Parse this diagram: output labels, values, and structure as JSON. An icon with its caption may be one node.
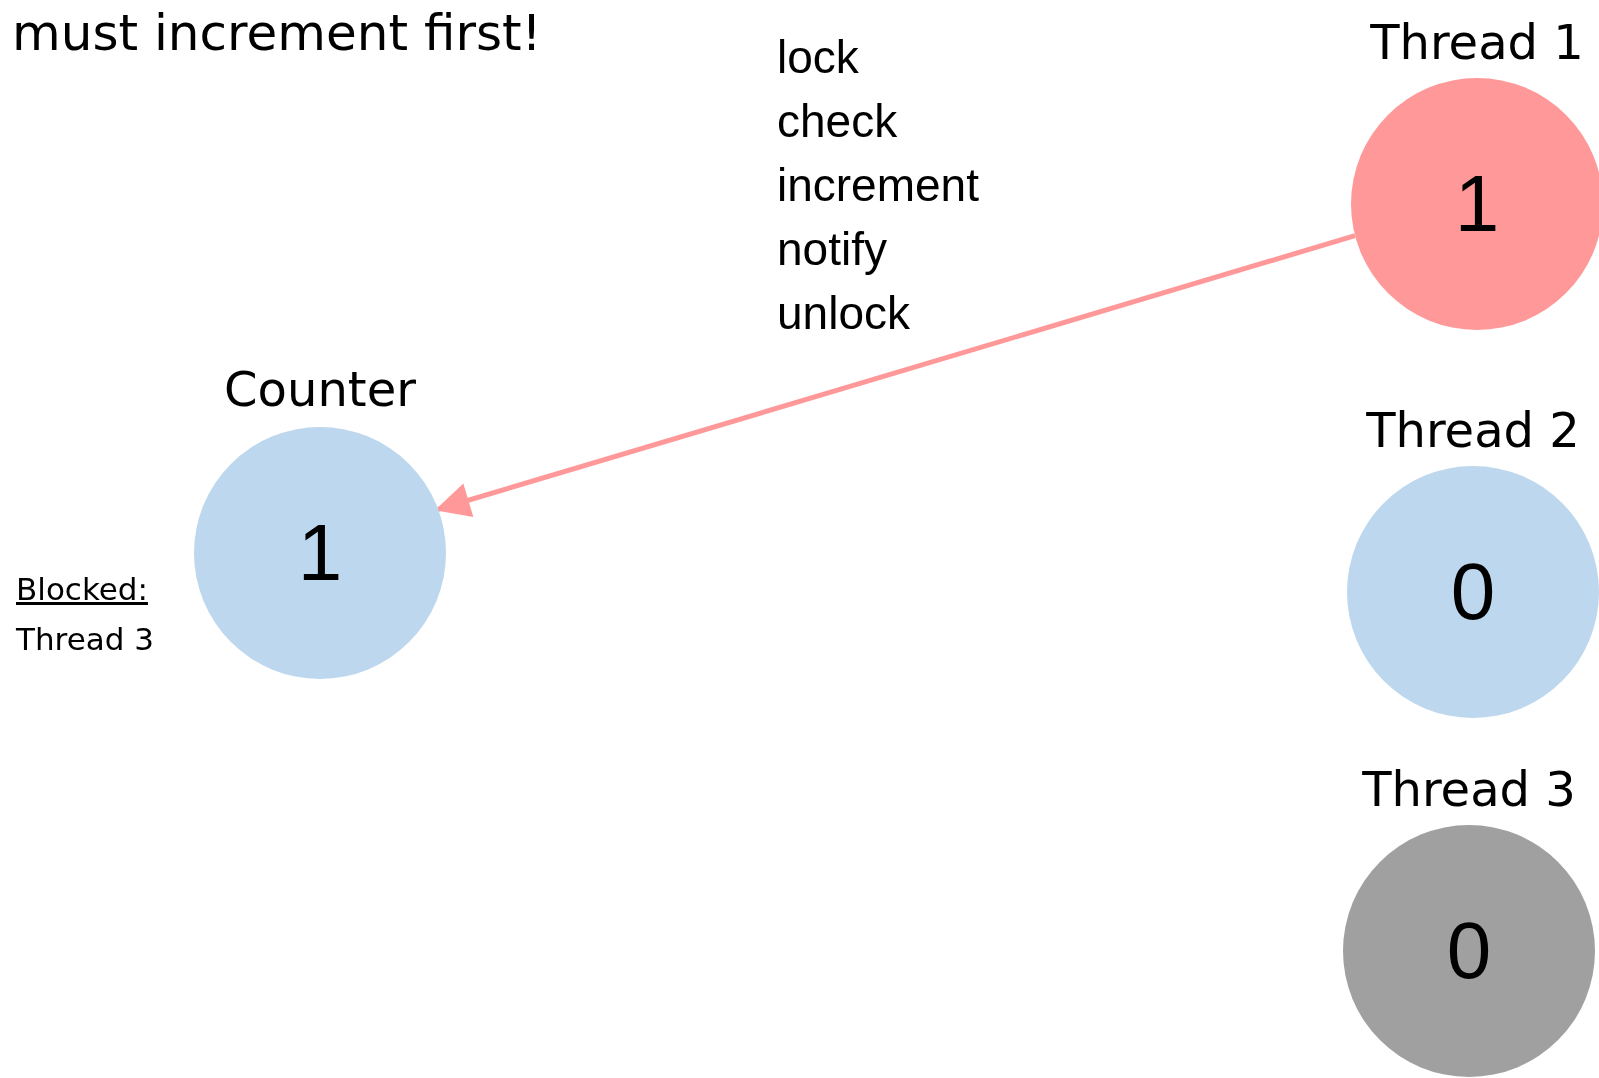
{
  "diagram": {
    "nodes": [
      {
        "text": [
          "Thread 1",
          "1"
        ]
      },
      {
        "text": [
          "Counter",
          "1"
        ],
        "beside": [
          "Blocked:",
          "Thread 3"
        ]
      },
      {
        "text": [
          "Thread 2",
          "0"
        ]
      },
      {
        "text": [
          "Thread 3",
          "0"
        ]
      }
    ],
    "edges": [
      {
        "from": 0,
        "to": 1,
        "arrow": "to",
        "color": "#ff9999"
      }
    ],
    "labels": [
      "must increment first!",
      "lock",
      "check",
      "increment",
      "notify",
      "unlock"
    ]
  }
}
